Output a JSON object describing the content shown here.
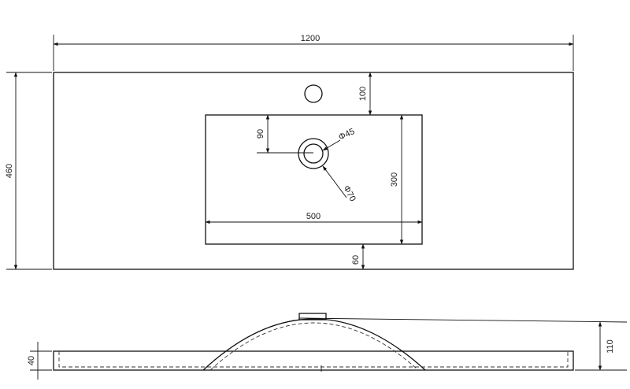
{
  "top_view": {
    "overall_width": "1200",
    "overall_depth": "460",
    "tap_hole_offset": "100",
    "drain_offset": "90",
    "drain_inner_dia": "Φ45",
    "drain_outer_dia": "Φ70",
    "basin_width": "500",
    "basin_depth": "300",
    "front_margin": "60"
  },
  "side_view": {
    "slab_thickness": "40",
    "total_height": "110"
  }
}
